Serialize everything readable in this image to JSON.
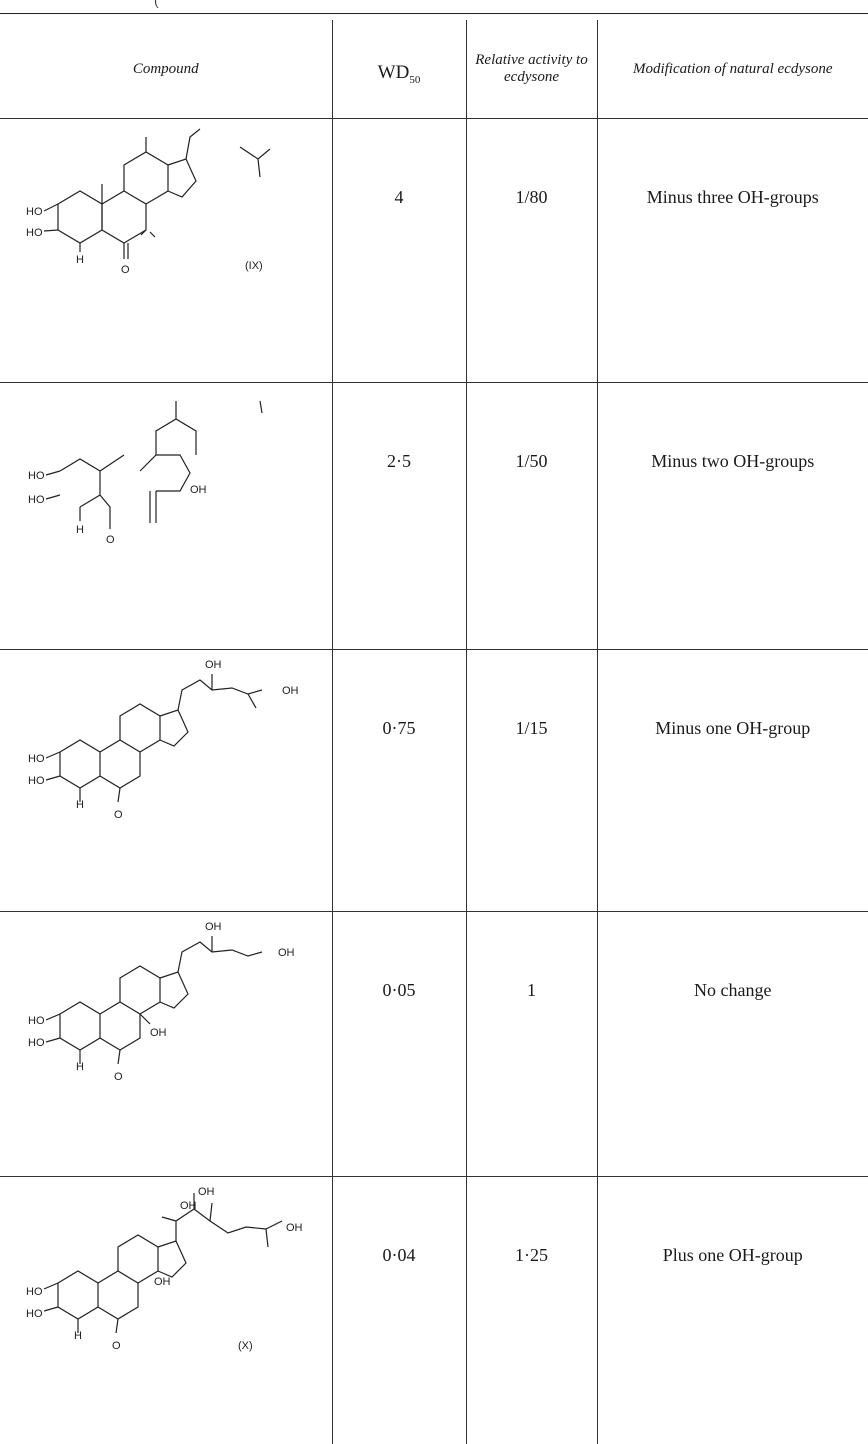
{
  "header_fragment": "(",
  "columns": {
    "compound": "Compound",
    "wd_main": "WD",
    "wd_sub": "50",
    "relative": "Relative activity to ecdysone",
    "modification": "Modification of natural ecdysone"
  },
  "rows": [
    {
      "wd": "4",
      "relative": "1/80",
      "modification": "Minus three OH-groups",
      "labels": {
        "ho1": "HO",
        "ho2": "HO",
        "h": "H",
        "o": "O",
        "tag": "(IX)"
      }
    },
    {
      "wd": "2·5",
      "relative": "1/50",
      "modification": "Minus two OH-groups",
      "labels": {
        "ho1": "HO",
        "ho2": "HO",
        "h": "H",
        "o": "O",
        "oh1": "OH"
      }
    },
    {
      "wd": "0·75",
      "relative": "1/15",
      "modification": "Minus one OH-group",
      "labels": {
        "ho1": "HO",
        "ho2": "HO",
        "h": "H",
        "o": "O",
        "oh1": "OH",
        "oh2": "OH"
      }
    },
    {
      "wd": "0·05",
      "relative": "1",
      "modification": "No change",
      "labels": {
        "ho1": "HO",
        "ho2": "HO",
        "h": "H",
        "o": "O",
        "oh1": "OH",
        "oh2": "OH",
        "oh3": "OH"
      }
    },
    {
      "wd": "0·04",
      "relative": "1·25",
      "modification": "Plus one OH-group",
      "labels": {
        "ho1": "HO",
        "ho2": "HO",
        "h": "H",
        "o": "O",
        "oh1": "OH",
        "oh2": "OH",
        "oh3": "OH",
        "oh4": "OH",
        "tag": "(X)"
      }
    }
  ]
}
